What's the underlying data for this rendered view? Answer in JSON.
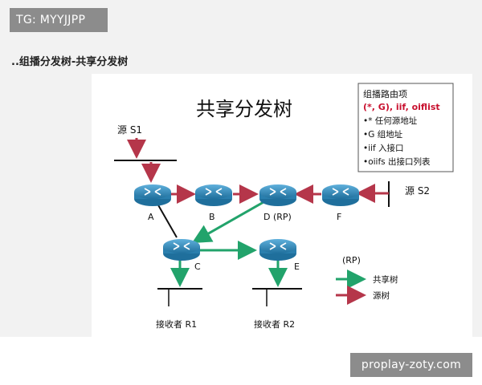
{
  "watermark_top": "TG: MYYJJPP",
  "section_title": "..组播分发树-共享分发树",
  "watermark_bottom": "proplay-zoty.com",
  "diagram": {
    "title": "共享分发树",
    "legend_box": {
      "heading": "组播路由项",
      "entry": "(*, G), iif, oiflist",
      "items": [
        "•* 任何源地址",
        "•G 组地址",
        "•iif 入接口",
        "•oiifs 出接口列表"
      ]
    },
    "sources": {
      "s1": "源 S1",
      "s2": "源 S2"
    },
    "routers": {
      "a": "A",
      "b": "B",
      "d": "D (RP)",
      "f": "F",
      "c": "C",
      "e": "E"
    },
    "receivers": {
      "r1": "接收者 R1",
      "r2": "接收者 R2"
    },
    "key": {
      "rp": "(RP)",
      "shared": "共享树",
      "source": "源树"
    },
    "colors": {
      "shared_tree": "#22a36b",
      "source_tree": "#b5364a",
      "router": "#2f86b5",
      "legend_entry": "#c8102e"
    }
  }
}
